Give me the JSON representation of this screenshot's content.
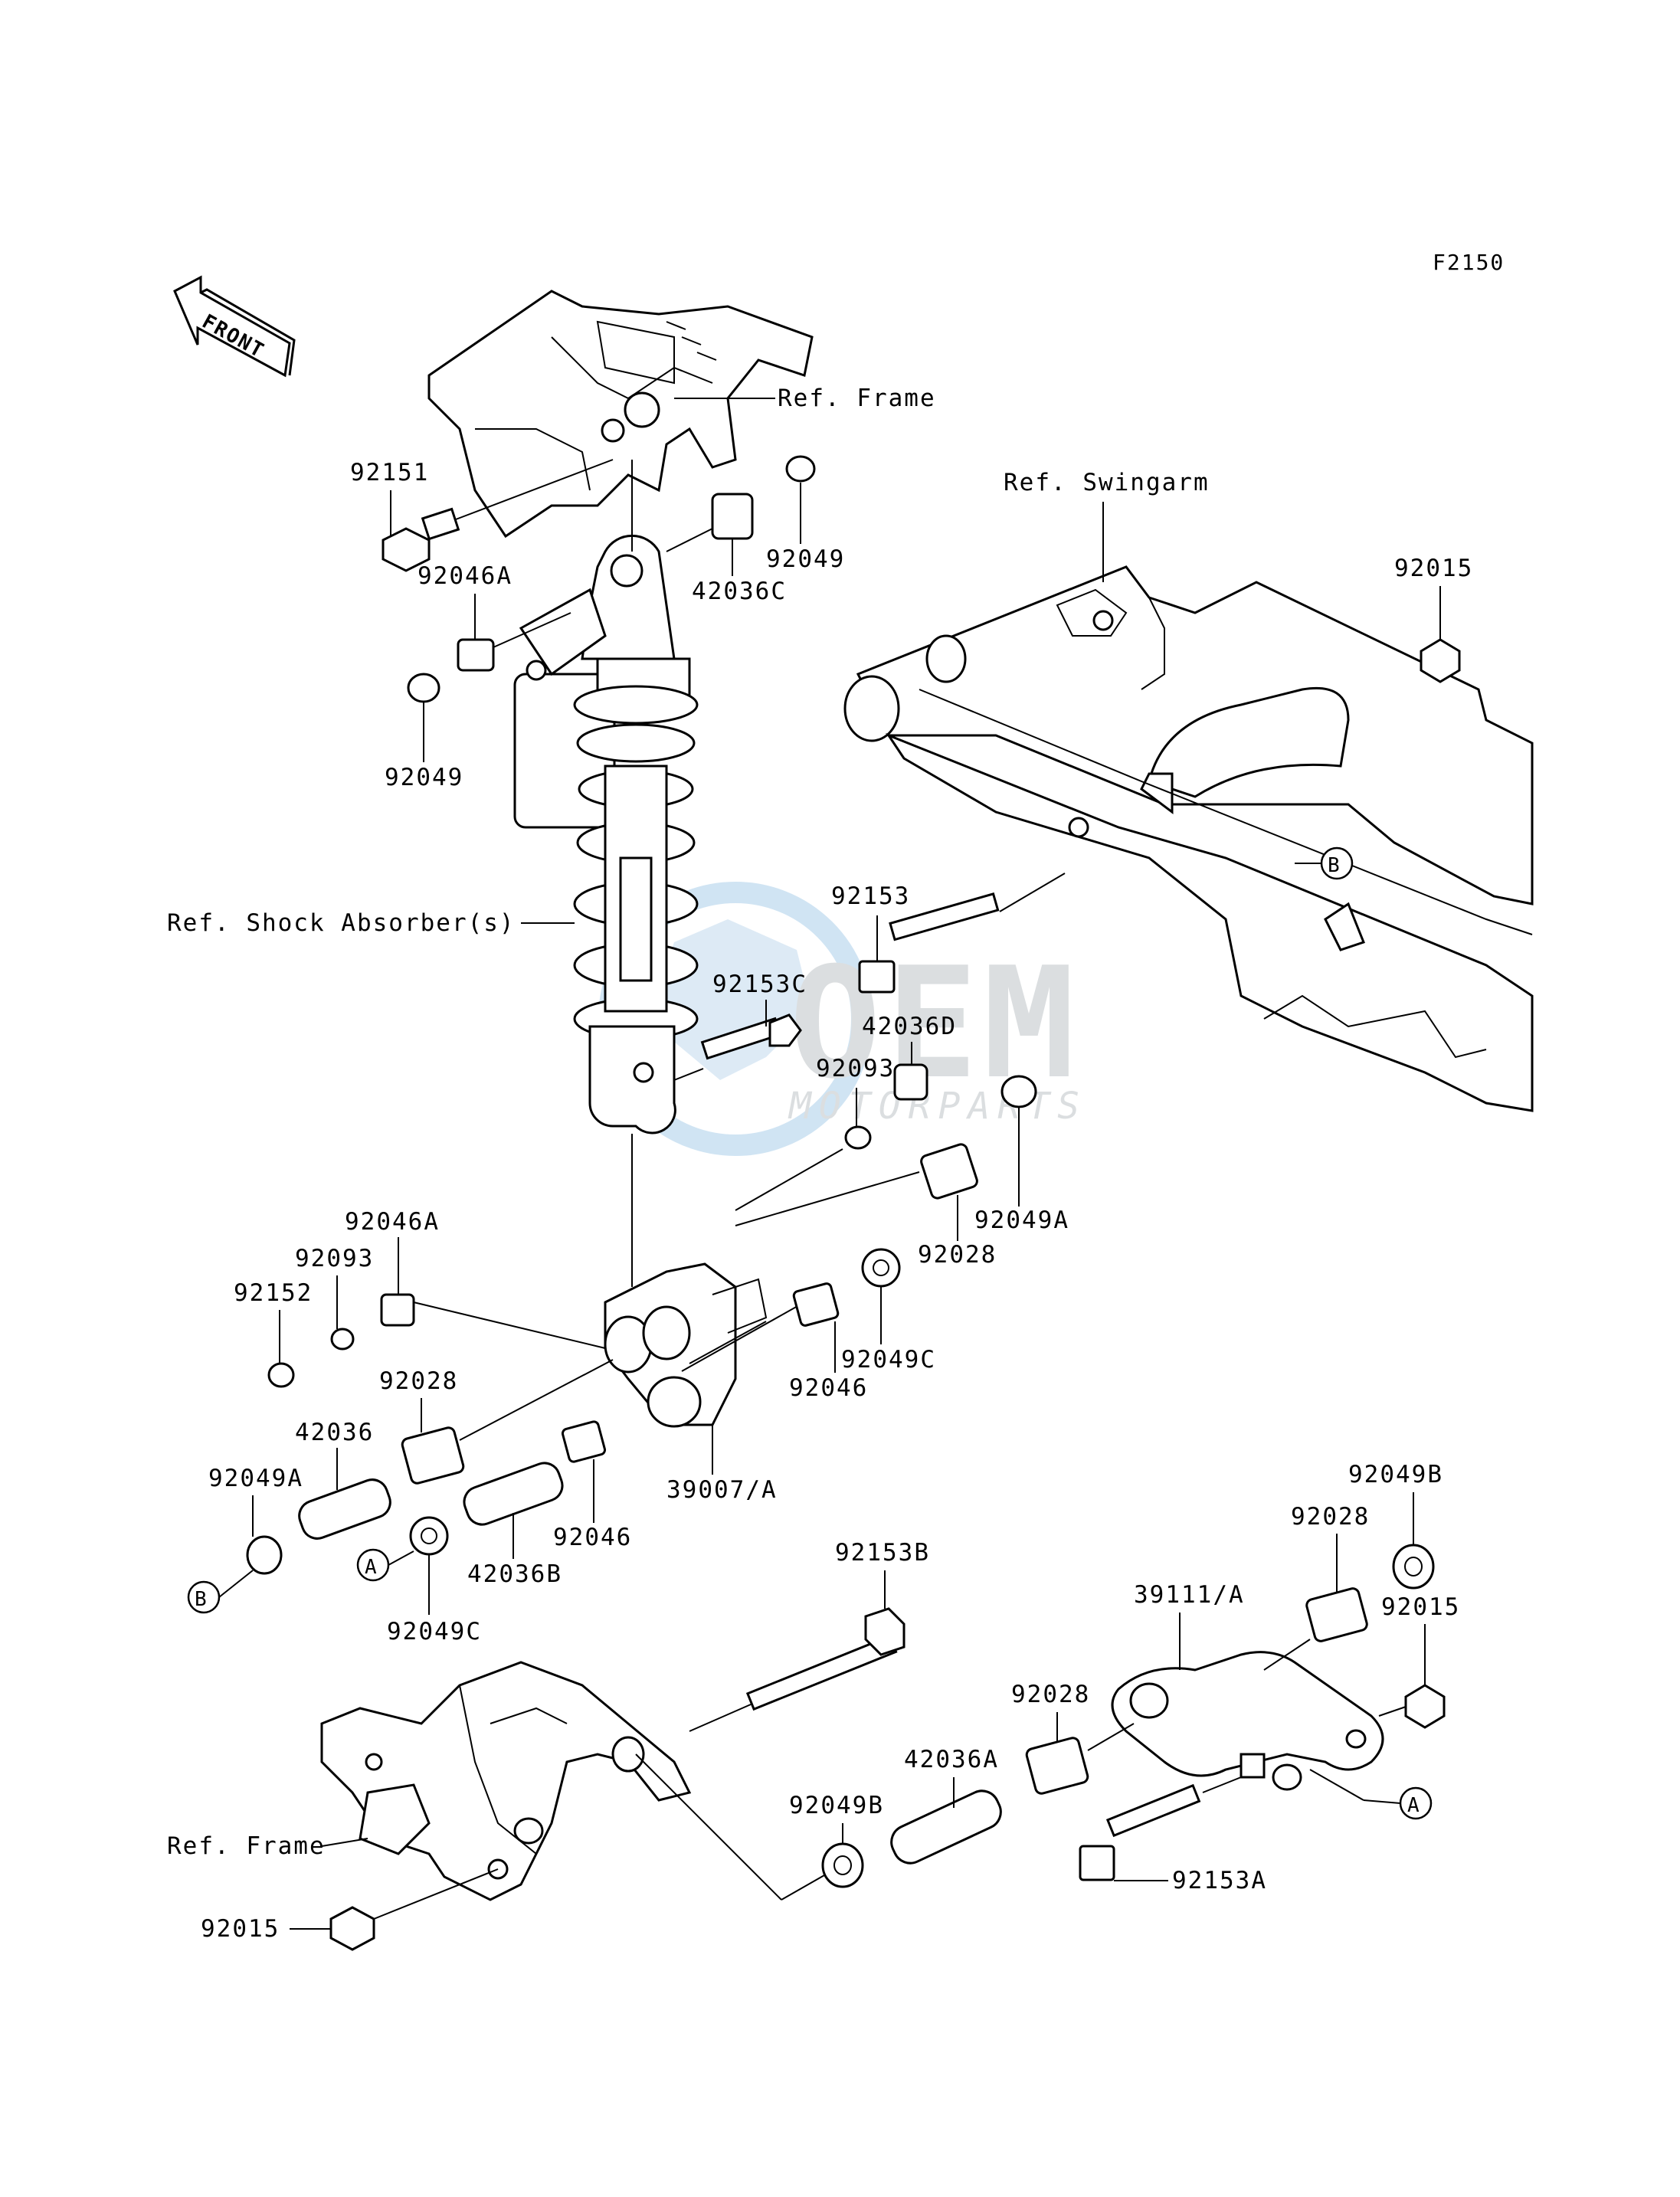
{
  "figure_code": "F2150",
  "front_label": "FRONT",
  "refs": {
    "frame_top": "Ref. Frame",
    "swingarm": "Ref. Swingarm",
    "shock": "Ref. Shock Absorber(s)",
    "frame_bottom": "Ref. Frame"
  },
  "markers": {
    "a1": "A",
    "a2": "A",
    "b1": "B",
    "b2": "B"
  },
  "watermark": {
    "brand": "OEM",
    "sub": "MOTORPARTS"
  },
  "labels": {
    "p92151": "92151",
    "p92046A_top": "92046A",
    "p42036C": "42036C",
    "p92049_top": "92049",
    "p92049_left": "92049",
    "p92015_swingarm": "92015",
    "p92153": "92153",
    "p92153C": "92153C",
    "p42036D": "42036D",
    "p92093_mid": "92093",
    "p92049A_right": "92049A",
    "p92028_mid": "92028",
    "p92046A_left": "92046A",
    "p92093_left": "92093",
    "p92152": "92152",
    "p92028_left": "92028",
    "p42036": "42036",
    "p92049A_left": "92049A",
    "p92049C_right": "92049C",
    "p92046_right": "92046",
    "p39007A": "39007/A",
    "p92046_low": "92046",
    "p42036B": "42036B",
    "p92049C_low": "92049C",
    "p92153B": "92153B",
    "p92049B_right": "92049B",
    "p92028_right": "92028",
    "p39111A": "39111/A",
    "p92015_right": "92015",
    "p92028_low": "92028",
    "p42036A": "42036A",
    "p92049B_low": "92049B",
    "p92153A": "92153A",
    "p92015_bottom": "92015"
  }
}
